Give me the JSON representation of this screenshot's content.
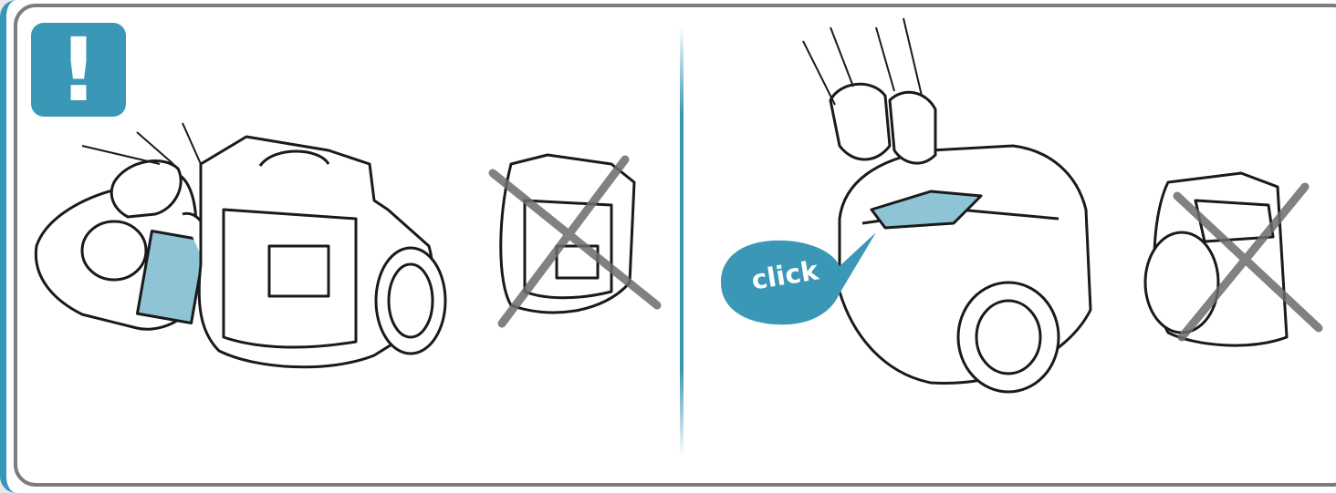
{
  "warning": {
    "symbol": "!",
    "color": "#3b97b6"
  },
  "panels": [
    {
      "id": "left",
      "description_icon": "vacuum-filter-removal"
    },
    {
      "id": "right",
      "description_icon": "vacuum-filter-insert"
    }
  ],
  "callout": {
    "label": "click",
    "color": "#3b97b6"
  },
  "colors": {
    "accent": "#3b97b6",
    "frame": "#7c7c7e",
    "filter_fill": "#8fc3d6"
  }
}
